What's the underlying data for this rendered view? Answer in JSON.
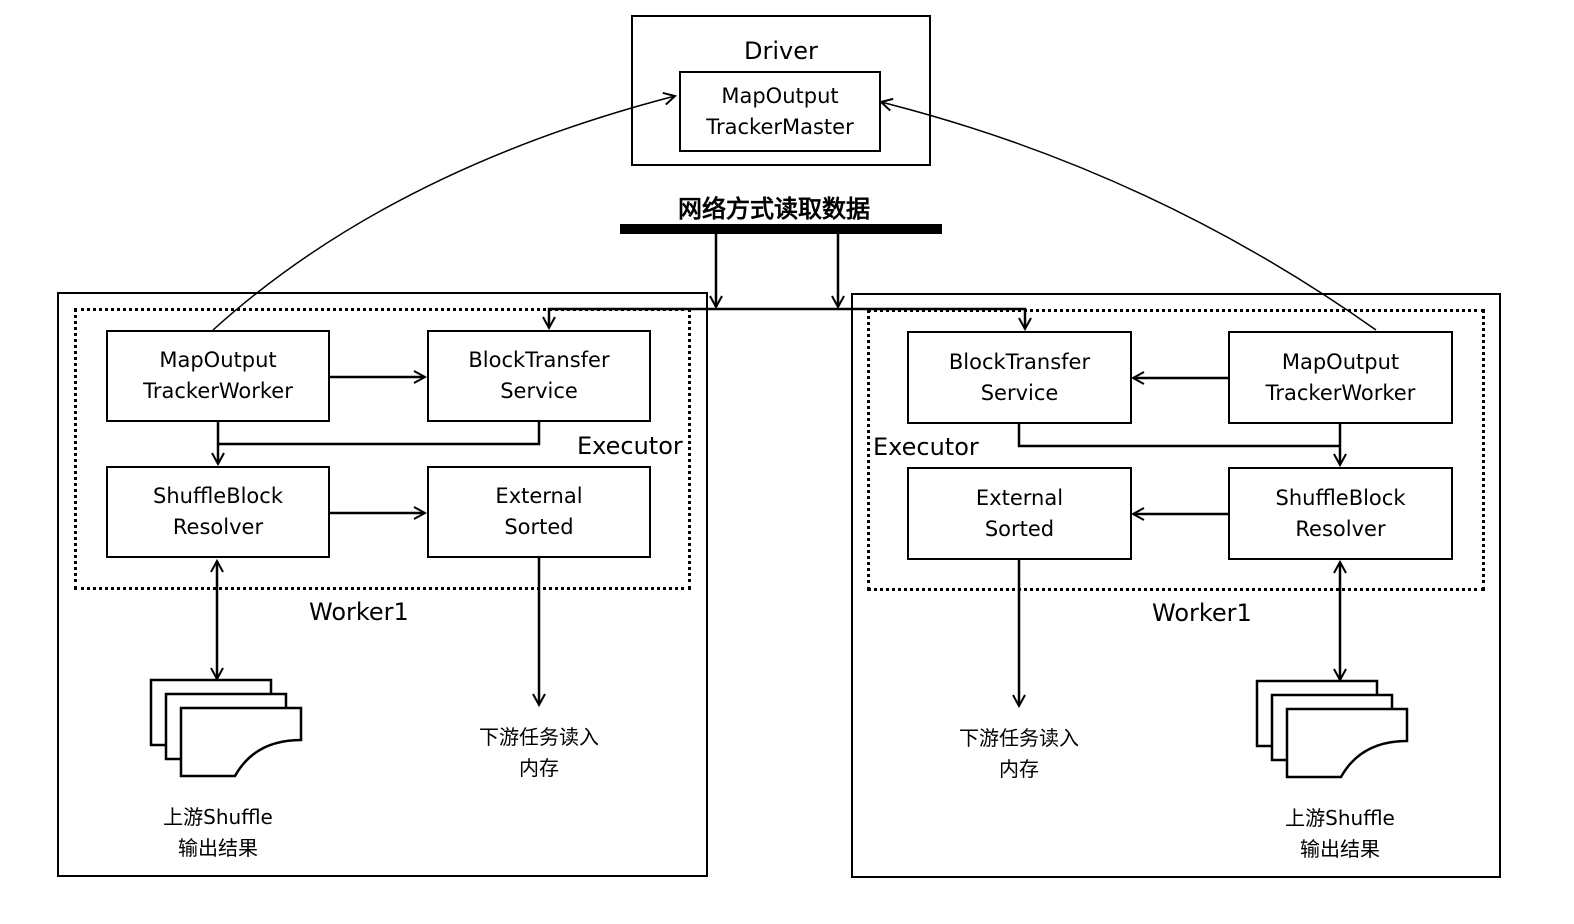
{
  "driver": {
    "title": "Driver",
    "master": "MapOutput\nTrackerMaster"
  },
  "network_label": "网络方式读取数据",
  "left": {
    "worker_label": "Worker1",
    "executor_label": "Executor",
    "tracker_worker": "MapOutput\nTrackerWorker",
    "block_transfer": "BlockTransfer\nService",
    "shuffle_resolver": "ShuffleBlock\nResolver",
    "external_sorted": "External\nSorted",
    "upstream_caption": "上游Shuffle\n输出结果",
    "downstream_caption": "下游任务读入\n内存"
  },
  "right": {
    "worker_label": "Worker1",
    "executor_label": "Executor",
    "tracker_worker": "MapOutput\nTrackerWorker",
    "block_transfer": "BlockTransfer\nService",
    "shuffle_resolver": "ShuffleBlock\nResolver",
    "external_sorted": "External\nSorted",
    "upstream_caption": "上游Shuffle\n输出结果",
    "downstream_caption": "下游任务读入\n内存"
  }
}
